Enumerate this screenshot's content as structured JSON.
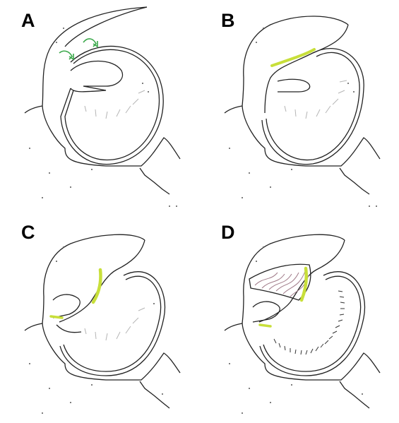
{
  "panels": [
    {
      "label": "A"
    },
    {
      "label": "B"
    },
    {
      "label": "C"
    },
    {
      "label": "D"
    }
  ],
  "colors": {
    "outline": "#222222",
    "highlight_green": "#c8df3a",
    "arrow_green": "#3aa84a",
    "faint_gray": "#b5b5b5",
    "mauve": "#a07a88"
  },
  "icons": {
    "curved_arrow": "curved-arrow-icon"
  }
}
